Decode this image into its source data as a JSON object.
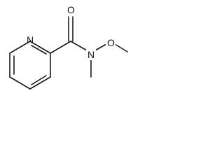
{
  "structure": {
    "atoms": {
      "pyridine_n": "N",
      "carbonyl_o": "O",
      "amide_n": "N",
      "methoxy_o": "O"
    }
  }
}
